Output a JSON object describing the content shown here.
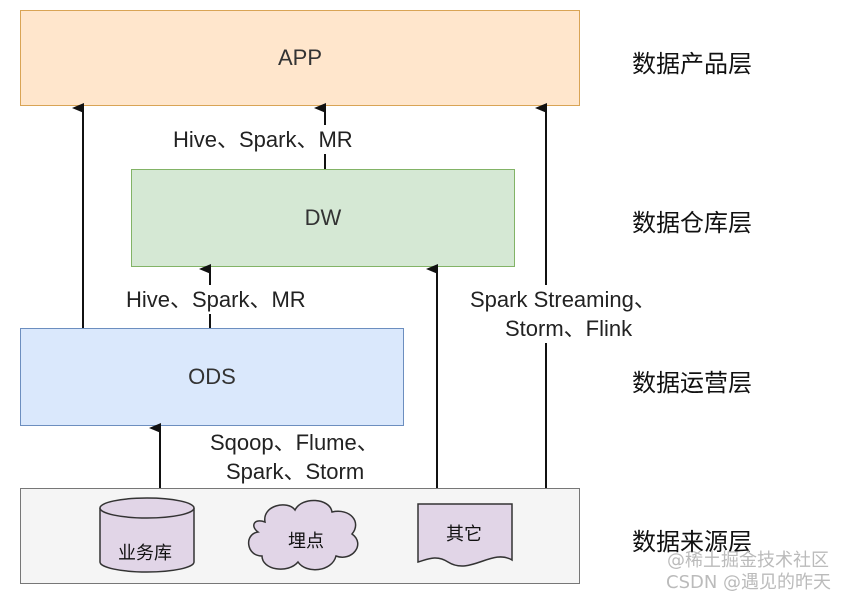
{
  "boxes": {
    "app": "APP",
    "dw": "DW",
    "ods": "ODS"
  },
  "edge_labels": {
    "dw_to_app": "Hive、Spark、MR",
    "ods_to_dw": "Hive、Spark、MR",
    "streaming_line1": "Spark Streaming、",
    "streaming_line2": "Storm、Flink",
    "source_to_ods_line1": "Sqoop、Flume、",
    "source_to_ods_line2": "Spark、Storm"
  },
  "sources": {
    "database": "业务库",
    "cloud": "埋点",
    "document": "其它"
  },
  "layers": {
    "product": "数据产品层",
    "warehouse": "数据仓库层",
    "operation": "数据运营层",
    "source": "数据来源层"
  },
  "colors": {
    "app_fill": "#ffe6cc",
    "dw_fill": "#d5e8d4",
    "ods_fill": "#dae8fc",
    "source_fill": "#f5f5f5",
    "shape_fill": "#e1d5e7"
  },
  "watermark": {
    "line1": "@稀土掘金技术社区",
    "line2": "CSDN @遇见的昨天"
  }
}
